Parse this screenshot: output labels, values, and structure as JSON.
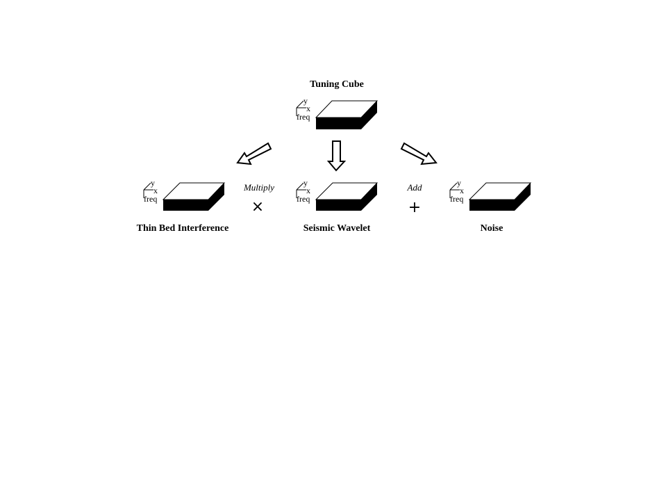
{
  "title": "Tuning Cube",
  "axes": {
    "y": "y",
    "x": "x",
    "freq": "freq"
  },
  "components": [
    {
      "label": "Thin Bed Interference"
    },
    {
      "label": "Seismic Wavelet"
    },
    {
      "label": "Noise"
    }
  ],
  "operators": [
    {
      "label": "Multiply",
      "symbol": "×"
    },
    {
      "label": "Add",
      "symbol": "+"
    }
  ]
}
